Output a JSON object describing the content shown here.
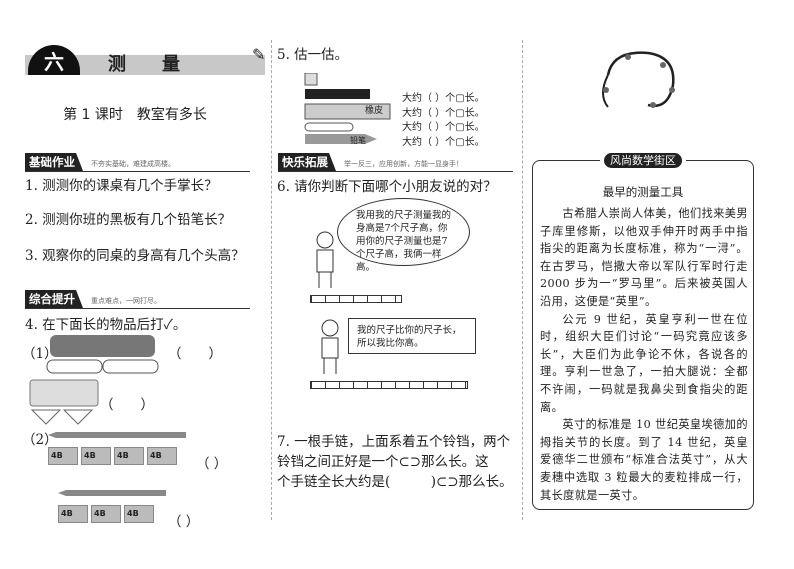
{
  "header": {
    "unit_number": "六",
    "unit_title_1": "测",
    "unit_title_2": "量",
    "lesson_title": "第 1 课时　教室有多长"
  },
  "left": {
    "section1": {
      "label": "基础作业",
      "motto": "不夯实基础，难建成高楼。"
    },
    "q1": "1. 测测你的课桌有几个手掌长？",
    "q2": "2. 测测你班的黑板有几个铅笔长？",
    "q3": "3. 观察你的同桌的身高有几个头高？",
    "section2": {
      "label": "综合提升",
      "motto": "重点难点，一网打尽。"
    },
    "q4": "4. 在下面长的物品后打✓。",
    "p1": "（1）",
    "p2": "（2）",
    "blank": "（　　）",
    "blank_small": "（ ）",
    "eraser_label": "4B"
  },
  "middle": {
    "q5": "5. 估一估。",
    "estimate_rows": [
      "大约（ ）个",
      "大约（ ）个",
      "大约（ ）个",
      "大约（ ）个"
    ],
    "estimate_suffix": "长。",
    "eraser_text": "橡皮",
    "pen_text": "铅笔",
    "section3": {
      "label": "快乐拓展",
      "motto": "举一反三，应用创新，方能一显身手！"
    },
    "q6": "6. 请你判断下面哪个小朋友说的对？",
    "speech1": "我用我的尺子测量我的身高是7个尺子高，你用你的尺子测量也是7个尺子高，我俩一样高。",
    "speech2": "我的尺子比你的尺子长，所以我比你高。",
    "q7_line1": "7. 一根手链，上面系着五个铃铛，两个",
    "q7_line2a": "铃铛之间正好是一个",
    "q7_line2b": "那么长。这",
    "q7_line3a": "个手链全长大约是(　　　)",
    "q7_line3b": "那么长。"
  },
  "right": {
    "box_title": "风尚数学街区",
    "article_title": "最早的测量工具",
    "paragraphs": [
      "古希腊人崇尚人体美，他们找来美男子库里修斯，以他双手伸开时两手中指指尖的距离为长度标准，称为“一浔”。在古罗马，恺撒大帝以军队行军时行走 2000 步为一“罗马里”。后来被英国人沿用，这便是“英里”。",
      "公元 9 世纪，英皇亨利一世在位时，组织大臣们讨论“一码究竟应该多长”，大臣们为此争论不休，各说各的理。亨利一世急了，一拍大腿说：全都不许闹，一码就是我鼻尖到食指尖的距离。",
      "英寸的标准是 10 世纪英皇埃德加的拇指关节的长度。到了 14 世纪，英皇爱德华二世颁布“标准合法英寸”，从大麦穗中选取 3 粒最大的麦粒排成一行，其长度就是一英寸。"
    ]
  }
}
